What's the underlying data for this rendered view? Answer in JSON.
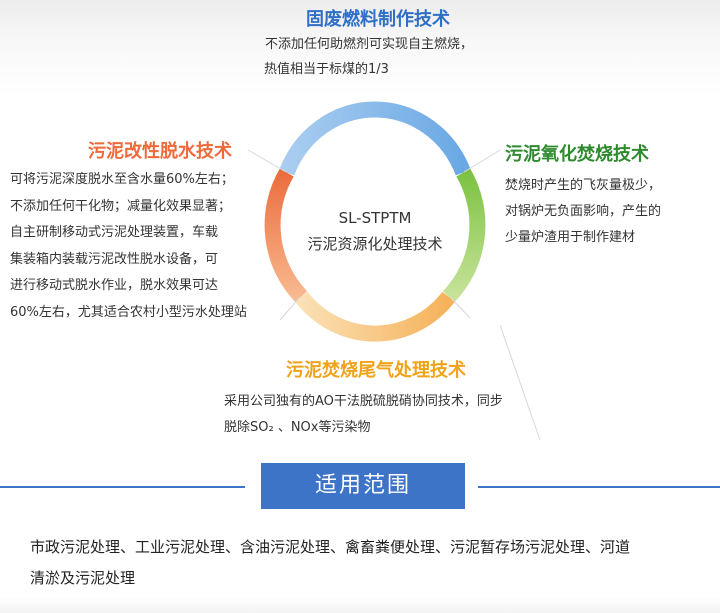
{
  "top": {
    "title": "固废燃料制作技术",
    "lines": [
      "不添加任何助燃剂可实现自主燃烧，",
      "热值相当于标煤的1/3"
    ]
  },
  "left": {
    "title": "污泥改性脱水技术",
    "lines": [
      "可将污泥深度脱水至含水量60%左右；",
      "不添加任何干化物；减量化效果显著；",
      "自主研制移动式污泥处理装置，车载",
      "集装箱内装载污泥改性脱水设备，可",
      "进行移动式脱水作业，脱水效果可达",
      "60%左右，尤其适合农村小型污水处理站"
    ]
  },
  "right": {
    "title": "污泥氧化焚烧技术",
    "lines": [
      "焚烧时产生的飞灰量极少，",
      "对锅炉无负面影响，产生的",
      "少量炉渣用于制作建材"
    ]
  },
  "bottom": {
    "title": "污泥焚烧尾气处理技术",
    "lines": [
      "采用公司独有的AO干法脱硫脱硝协同技术，同步",
      "脱除SO₂ 、NOx等污染物"
    ]
  },
  "center": {
    "line1": "SL-STPTM",
    "line2": "污泥资源化处理技术"
  },
  "scope": {
    "title": "适用范围",
    "lines": [
      "市政污泥处理、工业污泥处理、含油污泥处理、禽畜粪便处理、污泥暂存场污泥处理、河道",
      "清淤及污泥处理"
    ]
  },
  "colors": {
    "ring_blue": "#7bb3e8",
    "ring_green": "#8cc84a",
    "ring_orange": "#f7ae4a",
    "ring_red": "#ee7a4a",
    "accent_blue": "#3d74c8"
  }
}
